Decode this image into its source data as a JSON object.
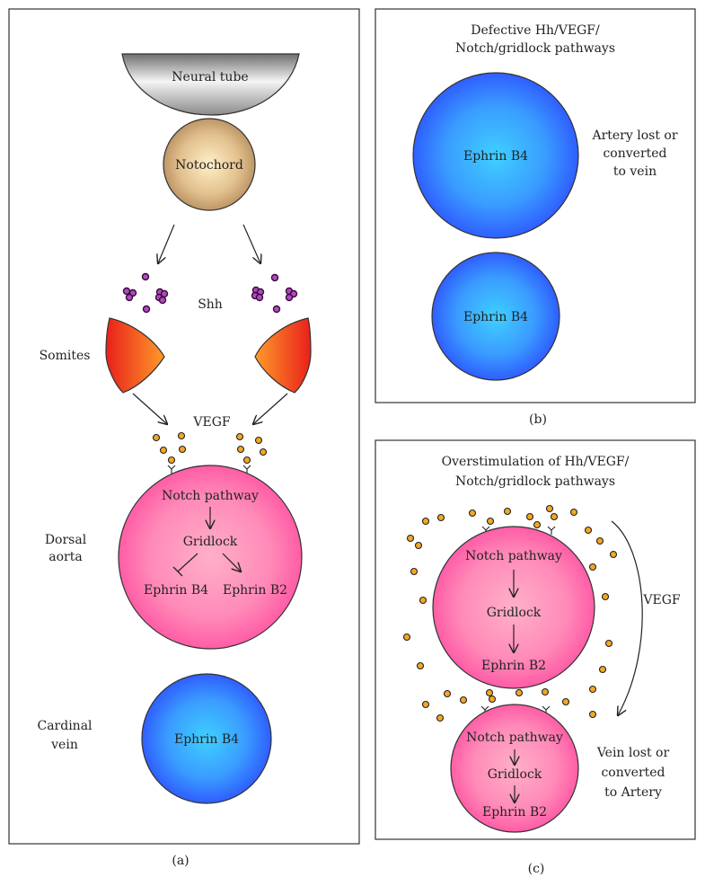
{
  "panel_a": {
    "label": "(a)",
    "neural_tube": "Neural tube",
    "notochord": "Notochord",
    "shh": "Shh",
    "somites": "Somites",
    "vegf": "VEGF",
    "dorsal_aorta_line1": "Dorsal",
    "dorsal_aorta_line2": "aorta",
    "notch_pathway": "Notch pathway",
    "gridlock": "Gridlock",
    "ephrin_b4": "Ephrin B4",
    "ephrin_b2": "Ephrin B2",
    "cardinal_line1": "Cardinal",
    "cardinal_line2": "vein",
    "vein_ephrin": "Ephrin B4"
  },
  "panel_b": {
    "label": "(b)",
    "title_line1": "Defective Hh/VEGF/",
    "title_line2": "Notch/gridlock pathways",
    "top_circle": "Ephrin B4",
    "bottom_circle": "Ephrin B4",
    "note_line1": "Artery lost or",
    "note_line2": "converted",
    "note_line3": "to vein"
  },
  "panel_c": {
    "label": "(c)",
    "title_line1": "Overstimulation of Hh/VEGF/",
    "title_line2": "Notch/gridlock pathways",
    "top_notch": "Notch pathway",
    "top_gridlock": "Gridlock",
    "top_ephrin": "Ephrin B2",
    "vegf": "VEGF",
    "bottom_notch": "Notch pathway",
    "bottom_gridlock": "Gridlock",
    "bottom_ephrin": "Ephrin B2",
    "note_line1": "Vein lost or",
    "note_line2": "converted",
    "note_line3": "to Artery"
  },
  "colors": {
    "artery_pink": "#ff5aa8",
    "vein_blue": "#2f63ff",
    "vegf_orange": "#f5a623",
    "shh_purple": "#b04ac0"
  }
}
